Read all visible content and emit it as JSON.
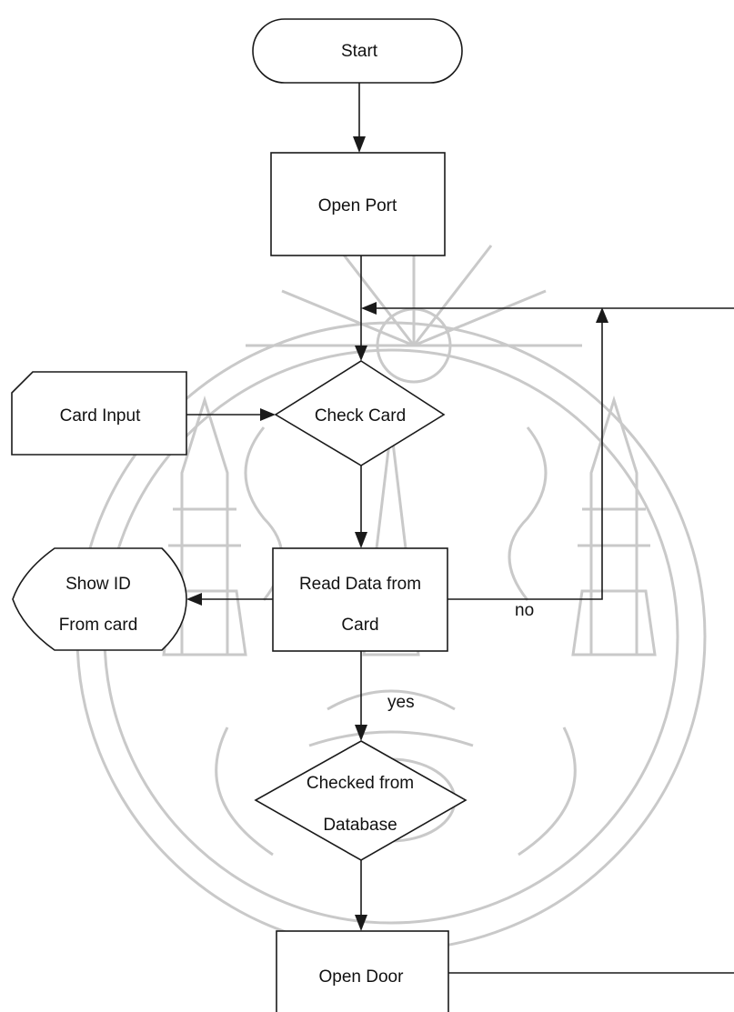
{
  "nodes": {
    "start": "Start",
    "open_port": "Open Port",
    "check_card": "Check Card",
    "card_input": "Card Input",
    "read_data_line1": "Read Data from",
    "read_data_line2": "Card",
    "show_id_line1": "Show ID",
    "show_id_line2": "From card",
    "checked_db_line1": "Checked from",
    "checked_db_line2": "Database",
    "open_door": "Open Door"
  },
  "edges": {
    "no_label": "no",
    "yes_label": "yes"
  },
  "colors": {
    "stroke": "#1a1a1a",
    "watermark": "#c9c9c9"
  }
}
